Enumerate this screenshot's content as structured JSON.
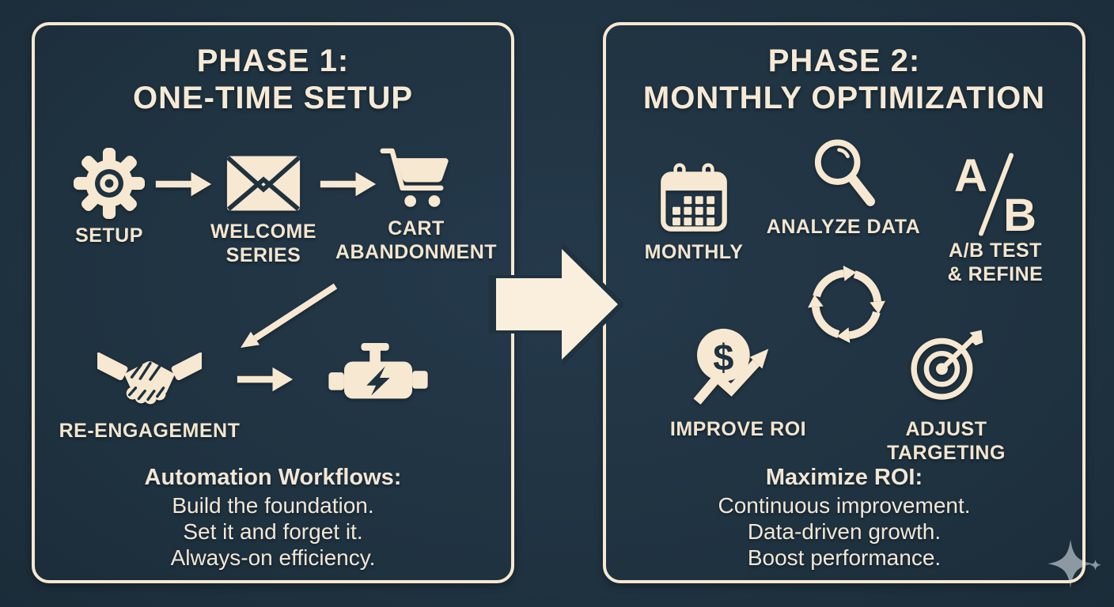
{
  "colors": {
    "background": "#1f3240",
    "cream": "#f7e8d1",
    "sparkle": "#8c99a3"
  },
  "panel1": {
    "title": [
      "PHASE 1:",
      "ONE-TIME SETUP"
    ],
    "setup_label": "SETUP",
    "welcome_label": [
      "WELCOME",
      "SERIES"
    ],
    "cart_label": [
      "CART",
      "ABANDONMENT"
    ],
    "reengagement_label": "RE-ENGAGEMENT",
    "caption": {
      "heading": "Automation Workflows:",
      "lines": [
        "Build the foundation.",
        "Set it and forget it.",
        "Always-on efficiency."
      ]
    }
  },
  "panel2": {
    "title": [
      "PHASE 2:",
      "MONTHLY OPTIMIZATION"
    ],
    "monthly_label": "MONTHLY",
    "analyze_label": "ANALYZE DATA",
    "ab_icon_a": "A",
    "ab_icon_b": "B",
    "ab_label": [
      "A/B TEST",
      "& REFINE"
    ],
    "dollar_symbol": "$",
    "improve_label": "IMPROVE ROI",
    "adjust_label": "ADJUST TARGETING",
    "caption": {
      "heading": "Maximize ROI:",
      "lines": [
        "Continuous improvement.",
        "Data-driven growth.",
        "Boost performance."
      ]
    }
  },
  "icons": {
    "setup": "gear-icon",
    "welcome_series": "envelope-icon",
    "cart_abandonment": "shopping-cart-icon",
    "re_engagement": "handshake-icon",
    "automation": "engine-icon",
    "monthly": "calendar-icon",
    "analyze_data": "magnifier-icon",
    "ab_test": "ab-split-icon",
    "optimization_loop": "cycle-arrows-icon",
    "improve_roi": "dollar-growth-icon",
    "adjust_targeting": "target-arrow-icon",
    "phase_transition": "big-right-arrow-icon",
    "brand_mark": "sparkle-icon"
  }
}
